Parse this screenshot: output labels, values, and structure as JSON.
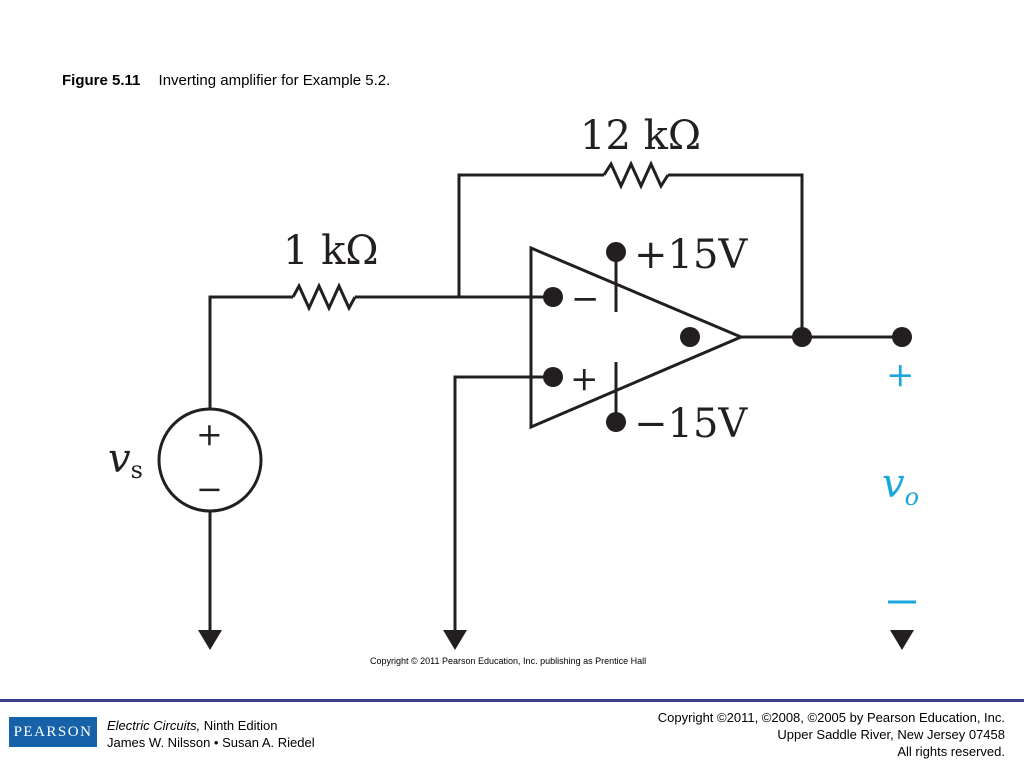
{
  "caption": {
    "figure_label": "Figure 5.11",
    "text": "Inverting amplifier for Example 5.2."
  },
  "circuit": {
    "feedback_resistor": "12 kΩ",
    "input_resistor": "1 kΩ",
    "supply_positive": "+15V",
    "supply_negative": "−15V",
    "inverting_input": "−",
    "noninverting_input": "+",
    "source_label": "v",
    "source_subscript": "s",
    "source_plus": "+",
    "source_minus": "−",
    "output_label": "v",
    "output_subscript": "o",
    "output_plus": "+",
    "output_minus": "−",
    "output_color": "#1ca6df"
  },
  "image_copyright": "Copyright © 2011 Pearson Education, Inc. publishing as Prentice Hall",
  "footer": {
    "logo": "PEARSON",
    "book_title": "Electric Circuits,",
    "edition": " Ninth Edition",
    "authors": "James W. Nilsson • Susan A. Riedel",
    "copyright": "Copyright ©2011, ©2008, ©2005 by Pearson Education, Inc.",
    "address": "Upper Saddle River, New Jersey 07458",
    "rights": "All rights reserved.",
    "rule_color": "#3a3e8f",
    "logo_color": "#1761a8"
  }
}
